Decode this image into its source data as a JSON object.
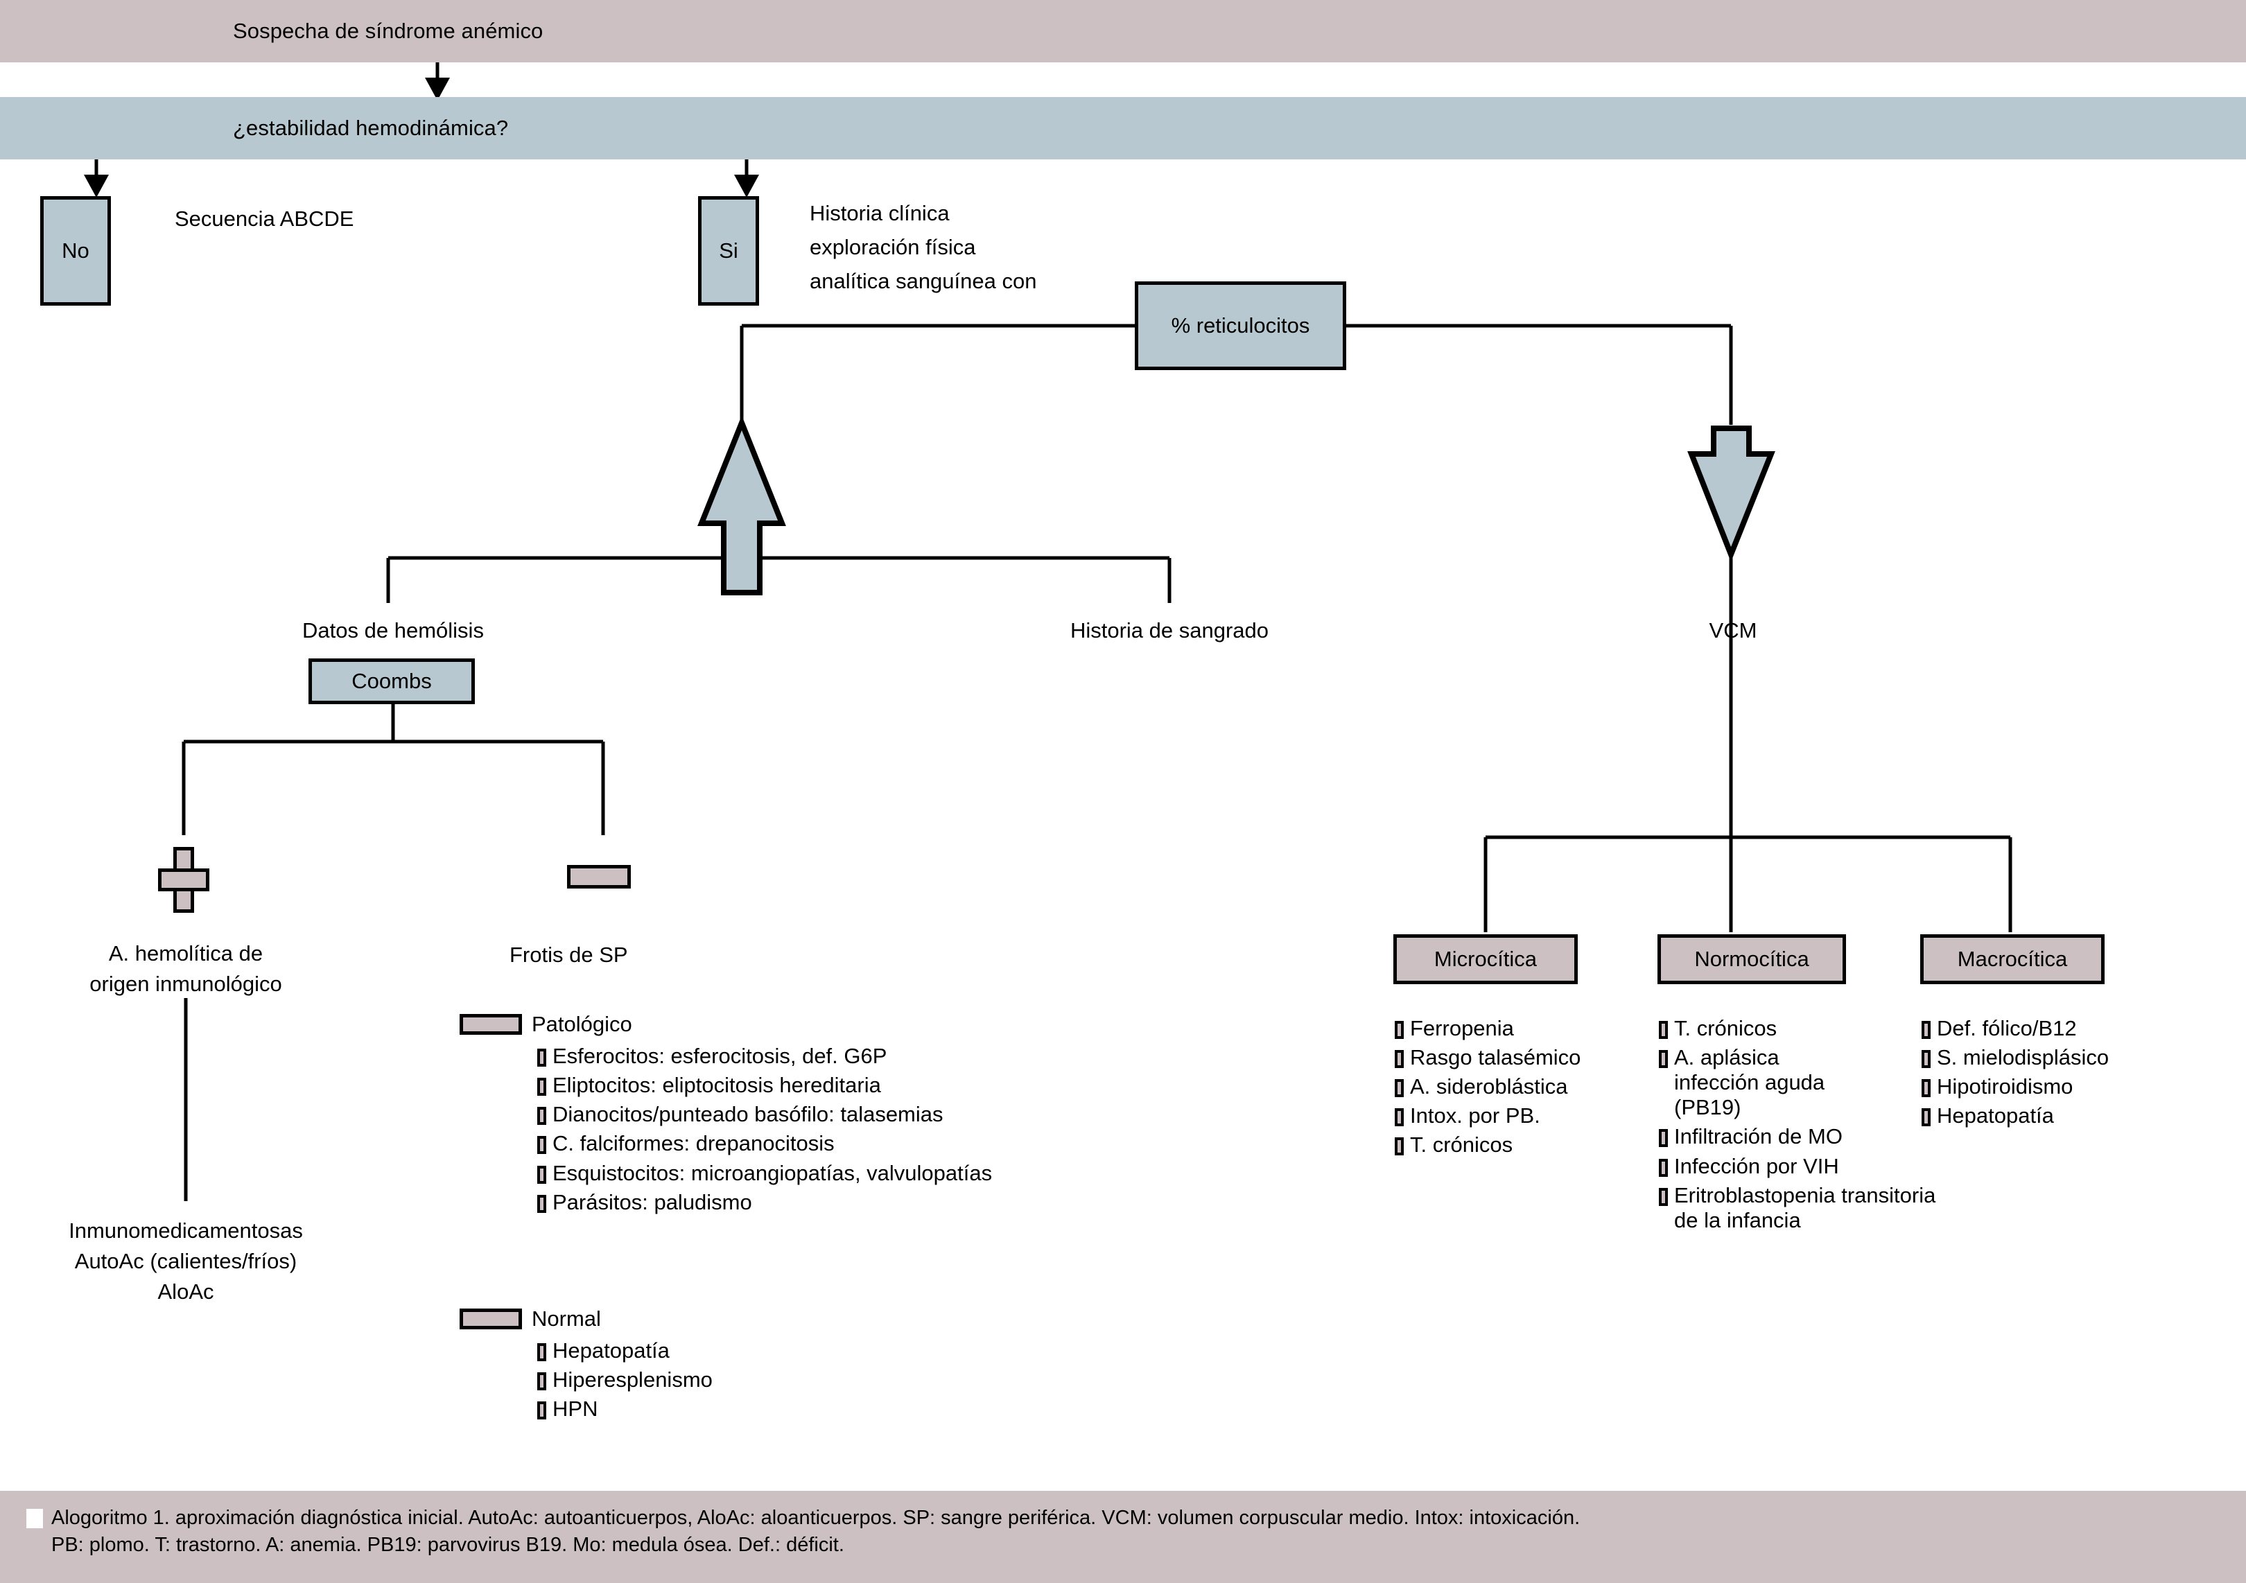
{
  "title_band": {
    "label": "Sospecha de síndrome anémico",
    "color": "#ccc0c2"
  },
  "question_band": {
    "label": "¿estabilidad hemodinámica?",
    "color": "#b7c8d0"
  },
  "branch_no": {
    "box_label": "No",
    "note": "Secuencia ABCDE"
  },
  "branch_si": {
    "box_label": "Si",
    "note_line1": "Historia clínica",
    "note_line2": "exploración física",
    "note_line3": "analítica sanguínea con"
  },
  "reticulocytes_box": {
    "label": "% reticulocitos"
  },
  "arrows": {
    "up_label": "flecha-arriba",
    "down_label": "flecha-abajo"
  },
  "left_branch": {
    "hemolysis_label": "Datos de hemólisis",
    "coombs_box": "Coombs",
    "bleeding_label": "Historia de sangrado",
    "positive_sign": "+",
    "negative_sign": "-",
    "positive_result_line1": "A. hemolítica de",
    "positive_result_line2": "origen inmunológico",
    "positive_detail_line1": "Inmunomedicamentosas",
    "positive_detail_line2": "AutoAc (calientes/fríos)",
    "positive_detail_line3": "AloAc",
    "smear_label": "Frotis de SP",
    "groups": [
      {
        "header": "Patológico",
        "items": [
          "Esferocitos: esferocitosis, def. G6P",
          "Eliptocitos: eliptocitosis hereditaria",
          "Dianocitos/punteado basófilo: talasemias",
          "C. falciformes: drepanocitosis",
          "Esquistocitos: microangiopatías, valvulopatías",
          "Parásitos: paludismo"
        ]
      },
      {
        "header": "Normal",
        "items": [
          "Hepatopatía",
          "Hiperesplenismo",
          "HPN"
        ]
      }
    ]
  },
  "right_branch": {
    "vcm_label": "VCM",
    "columns": [
      {
        "box_label": "Microcítica",
        "items": [
          "Ferropenia",
          "Rasgo talasémico",
          "A. sideroblástica",
          "Intox. por PB.",
          "T. crónicos"
        ]
      },
      {
        "box_label": "Normocítica",
        "items": [
          "T. crónicos",
          "A. aplásica\ninfección aguda\n(PB19)",
          "Infiltración de MO",
          "Infección por VIH",
          "Eritroblastopenia transitoria\nde la infancia"
        ]
      },
      {
        "box_label": "Macrocítica",
        "items": [
          "Def. fólico/B12",
          "S. mielodisplásico",
          "Hipotiroidismo",
          "Hepatopatía"
        ]
      }
    ]
  },
  "footer": {
    "line1": "Alogoritmo 1. aproximación diagnóstica inicial. AutoAc: autoanticuerpos, AloAc: aloanticuerpos. SP: sangre periférica. VCM: volumen corpuscular medio. Intox: intoxicación.",
    "line2": "PB: plomo. T: trastorno. A: anemia. PB19: parvovirus B19. Mo: medula ósea. Def.: déficit."
  },
  "colors": {
    "mauve": "#ccc0c2",
    "steel_blue": "#b7c8d0",
    "outline": "#000000"
  }
}
